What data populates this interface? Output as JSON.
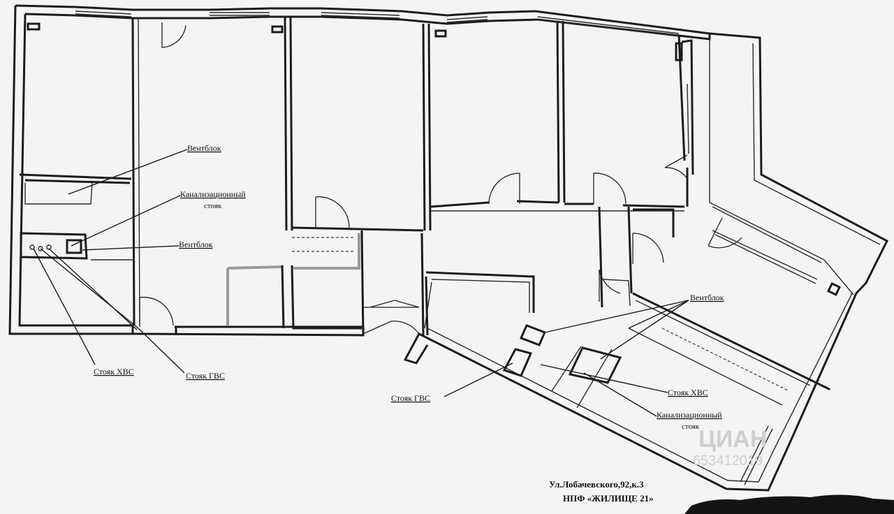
{
  "labels": {
    "ventblock_1": "Вентблок",
    "sewer_1_line1": "Канализационный",
    "sewer_1_line2": "стояк",
    "ventblock_2": "Вентблок",
    "riser_cold_1": "Стояк ХВС",
    "riser_hot_1": "Стояк ГВС",
    "ventblock_3": "Вентблок",
    "riser_hot_2": "Стояк ГВС",
    "riser_cold_2": "Стояк ХВС",
    "sewer_2_line1": "Канализационный",
    "sewer_2_line2": "стояк"
  },
  "stamp": {
    "address": "Ул.Лобачевского,92,к.3",
    "company": "НПФ «ЖИЛИЩЕ 21»"
  },
  "watermark": {
    "brand": "ЦИАН",
    "code": "653412019"
  }
}
